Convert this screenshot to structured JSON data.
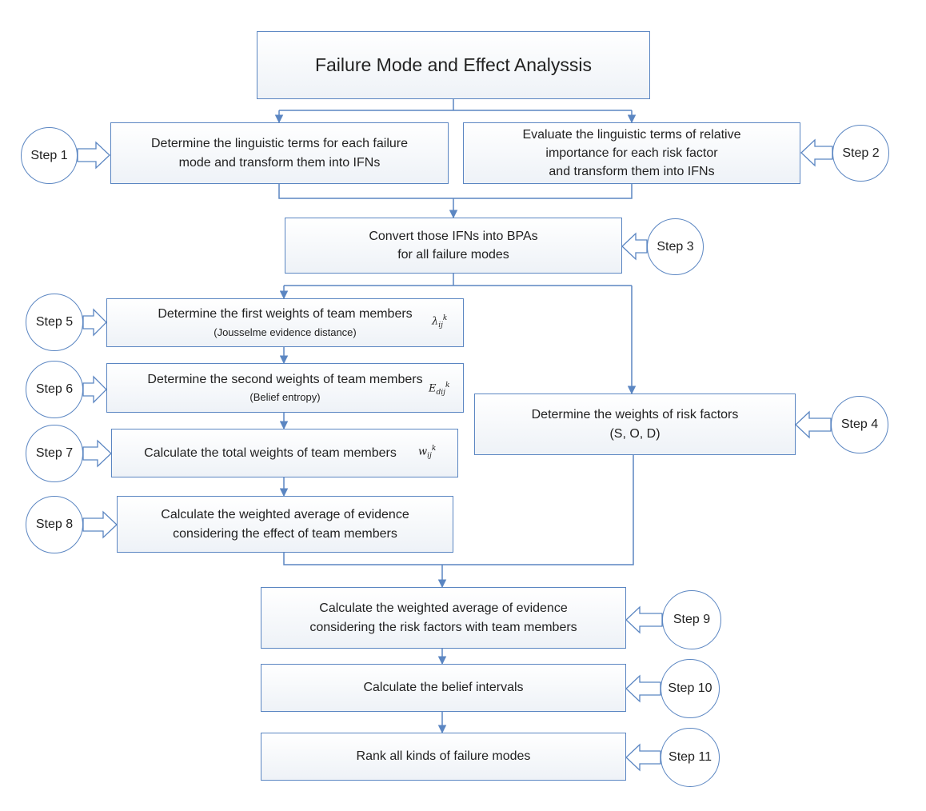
{
  "diagram": {
    "title": "Failure Mode and Effect Analyssis",
    "boxes": {
      "step1_box": "Determine the linguistic terms for each failure\nmode and transform them into IFNs",
      "step2_box": "Evaluate the linguistic terms of relative\nimportance for each risk factor\nand transform them into IFNs",
      "step3_box": "Convert those IFNs into BPAs\nfor all failure modes",
      "step5_box": "Determine the first weights of team members",
      "step5_sub": "(Jousselme evidence distance)",
      "step6_box": "Determine the second weights of team members",
      "step6_sub": "(Belief entropy)",
      "step7_box": "Calculate the total weights of team members",
      "step8_box": "Calculate the weighted average of evidence\nconsidering the effect of team members",
      "step4_box": "Determine the weights of risk factors\n(S, O, D)",
      "step9_box": "Calculate the weighted average of evidence\nconsidering the risk factors with team members",
      "step10_box": "Calculate the belief intervals",
      "step11_box": "Rank all kinds of failure modes"
    },
    "symbols": {
      "lambda": "λ",
      "E": "E",
      "w": "w",
      "ij": "ij",
      "dij": "dij",
      "k": "k"
    },
    "steps": {
      "s1": "Step 1",
      "s2": "Step 2",
      "s3": "Step 3",
      "s4": "Step 4",
      "s5": "Step 5",
      "s6": "Step 6",
      "s7": "Step 7",
      "s8": "Step 8",
      "s9": "Step 9",
      "s10": "Step 10",
      "s11": "Step 11"
    },
    "colors": {
      "stroke": "#5b86c2",
      "box_bottom": "#eef2f7"
    }
  }
}
